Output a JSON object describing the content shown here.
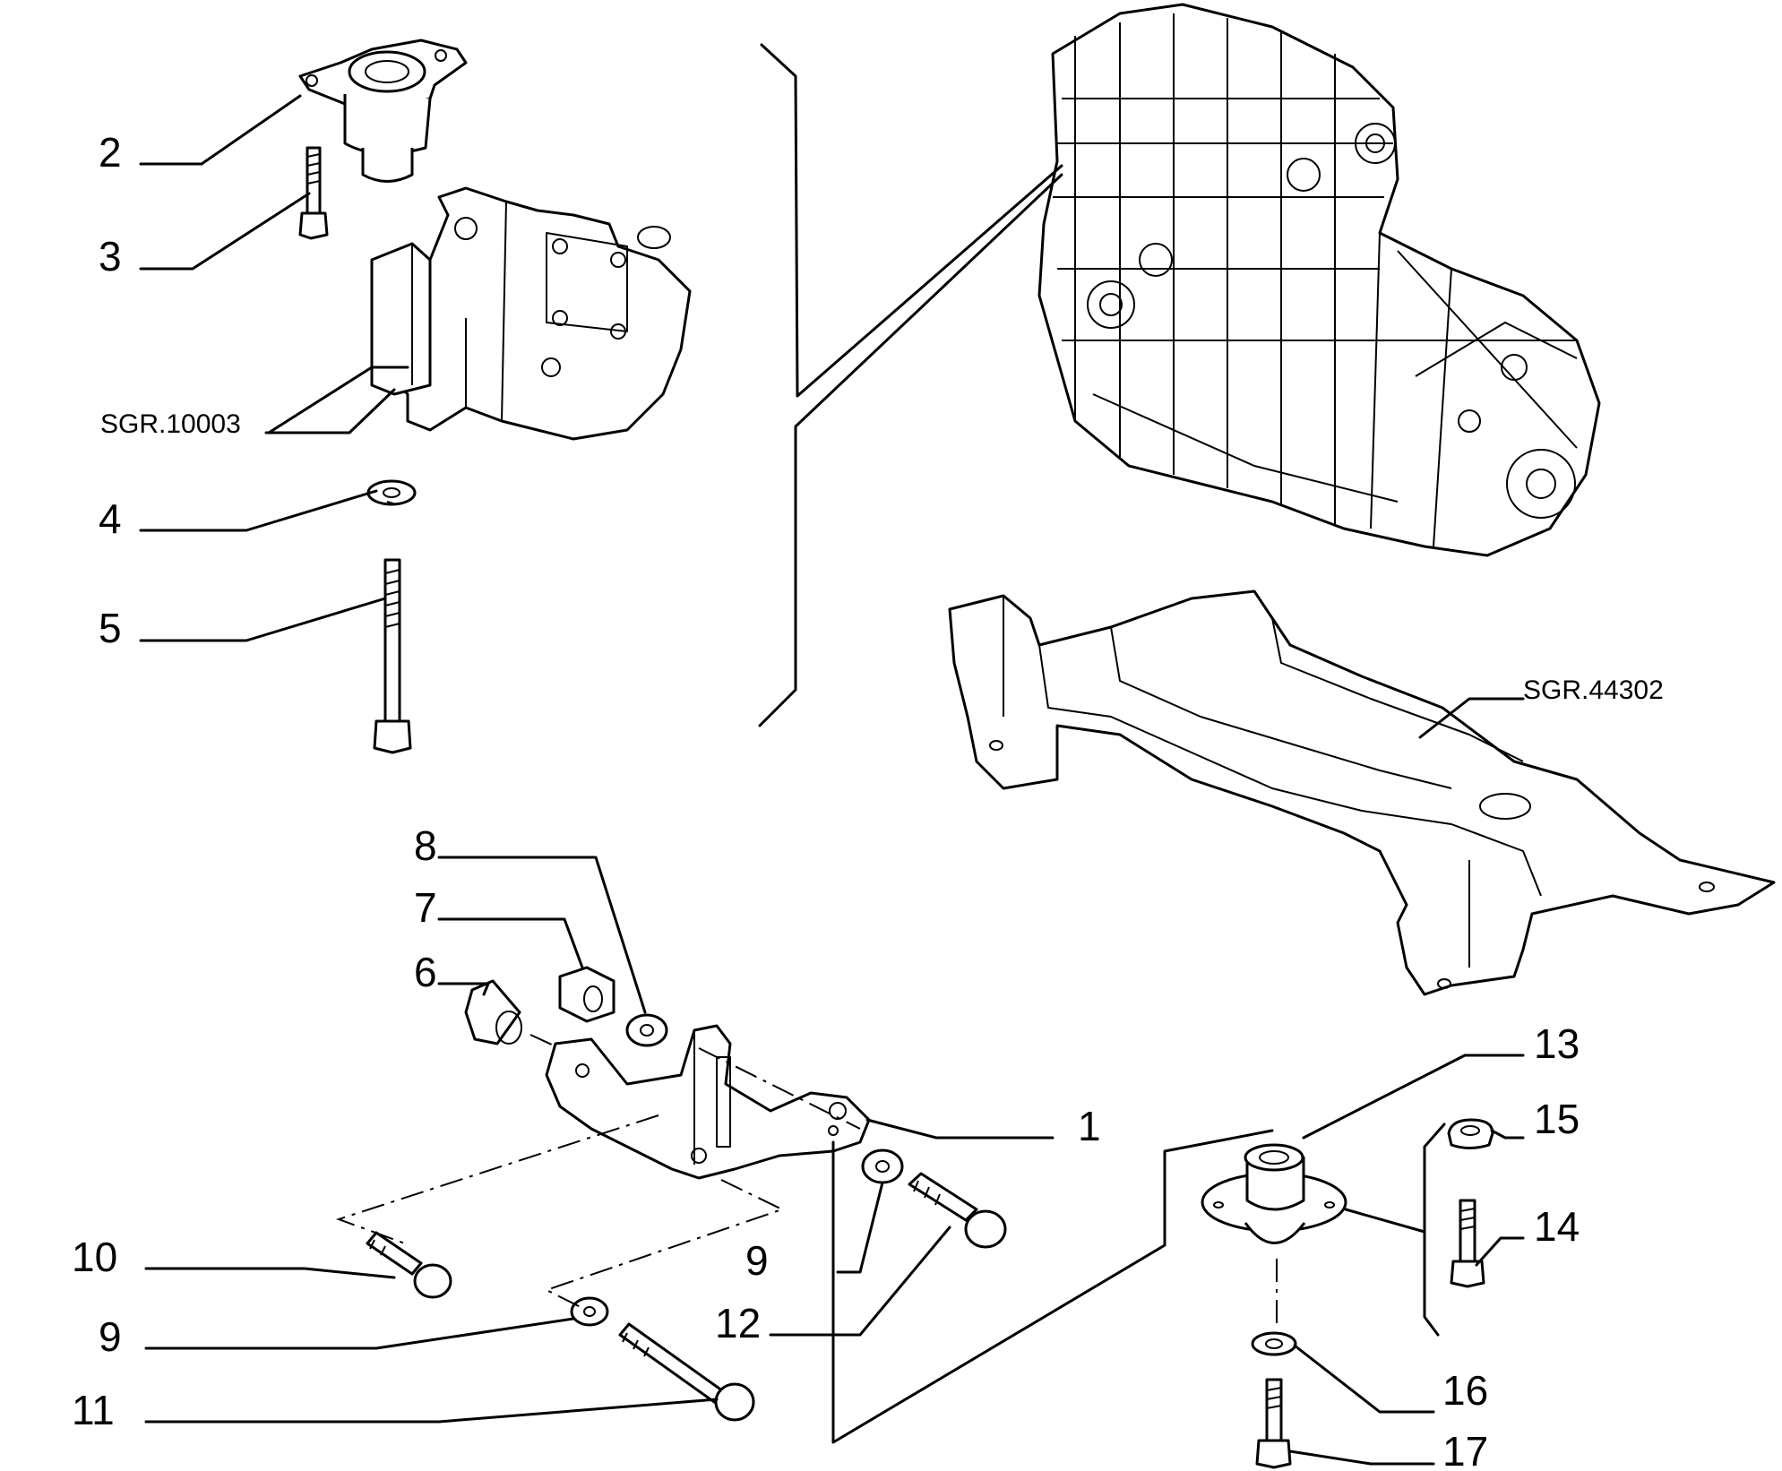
{
  "callouts": {
    "c1": "1",
    "c2": "2",
    "c3": "3",
    "c4": "4",
    "c5": "5",
    "c6": "6",
    "c7": "7",
    "c8": "8",
    "c9a": "9",
    "c9b": "9",
    "c10": "10",
    "c11": "11",
    "c12": "12",
    "c13": "13",
    "c14": "14",
    "c15": "15",
    "c16": "16",
    "c17": "17"
  },
  "references": {
    "sgr_10003": "SGR.10003",
    "sgr_44302": "SGR.44302"
  }
}
